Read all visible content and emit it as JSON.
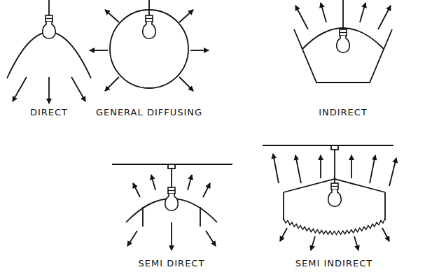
{
  "diagram": {
    "labels": [
      "DIRECT",
      "GENERAL DIFFUSING",
      "INDIRECT",
      "SEMI DIRECT",
      "SEMI INDIRECT"
    ]
  }
}
